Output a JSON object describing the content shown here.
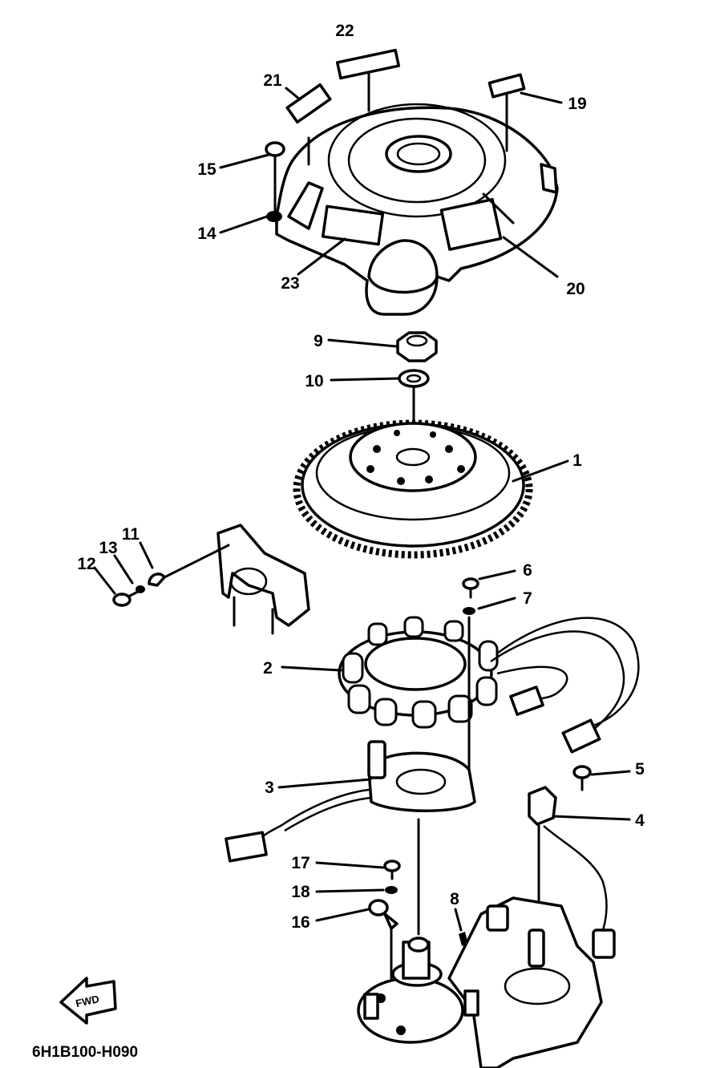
{
  "diagram": {
    "drawing_code": "6H1B100-H090",
    "fwd_label": "FWD",
    "callouts": [
      "1",
      "2",
      "3",
      "4",
      "5",
      "6",
      "7",
      "8",
      "9",
      "10",
      "11",
      "12",
      "13",
      "14",
      "15",
      "16",
      "17",
      "18",
      "19",
      "20",
      "21",
      "22",
      "23"
    ]
  }
}
